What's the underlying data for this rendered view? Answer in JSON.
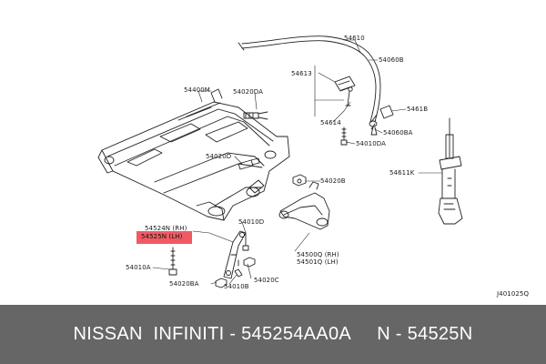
{
  "diagram": {
    "labels": {
      "p54610": "54610",
      "p54060b": "54060B",
      "p54613": "54613",
      "p54400m": "54400M",
      "p54020da": "54020DA",
      "p5461b": "5461B",
      "p54614": "54614",
      "p54060ba": "54060BA",
      "p54010da": "54010DA",
      "p54020d": "54020D",
      "p54020b": "54020B",
      "p54611k": "54611K",
      "p54524n": "54524N (RH)",
      "p54525n": "54525N (LH)",
      "p54010d": "54010D",
      "p54500q": "54500Q (RH)",
      "p54501q": "54501Q (LH)",
      "p54010a": "54010A",
      "p54020c": "54020C",
      "p54020ba": "54020BA",
      "p54010b": "54010B",
      "code": "J401025Q"
    },
    "highlight_color": "#f25a63"
  },
  "footer": {
    "text": "NISSAN  INFINITI - 545254AA0A     N - 54525N",
    "background": "#666666"
  }
}
